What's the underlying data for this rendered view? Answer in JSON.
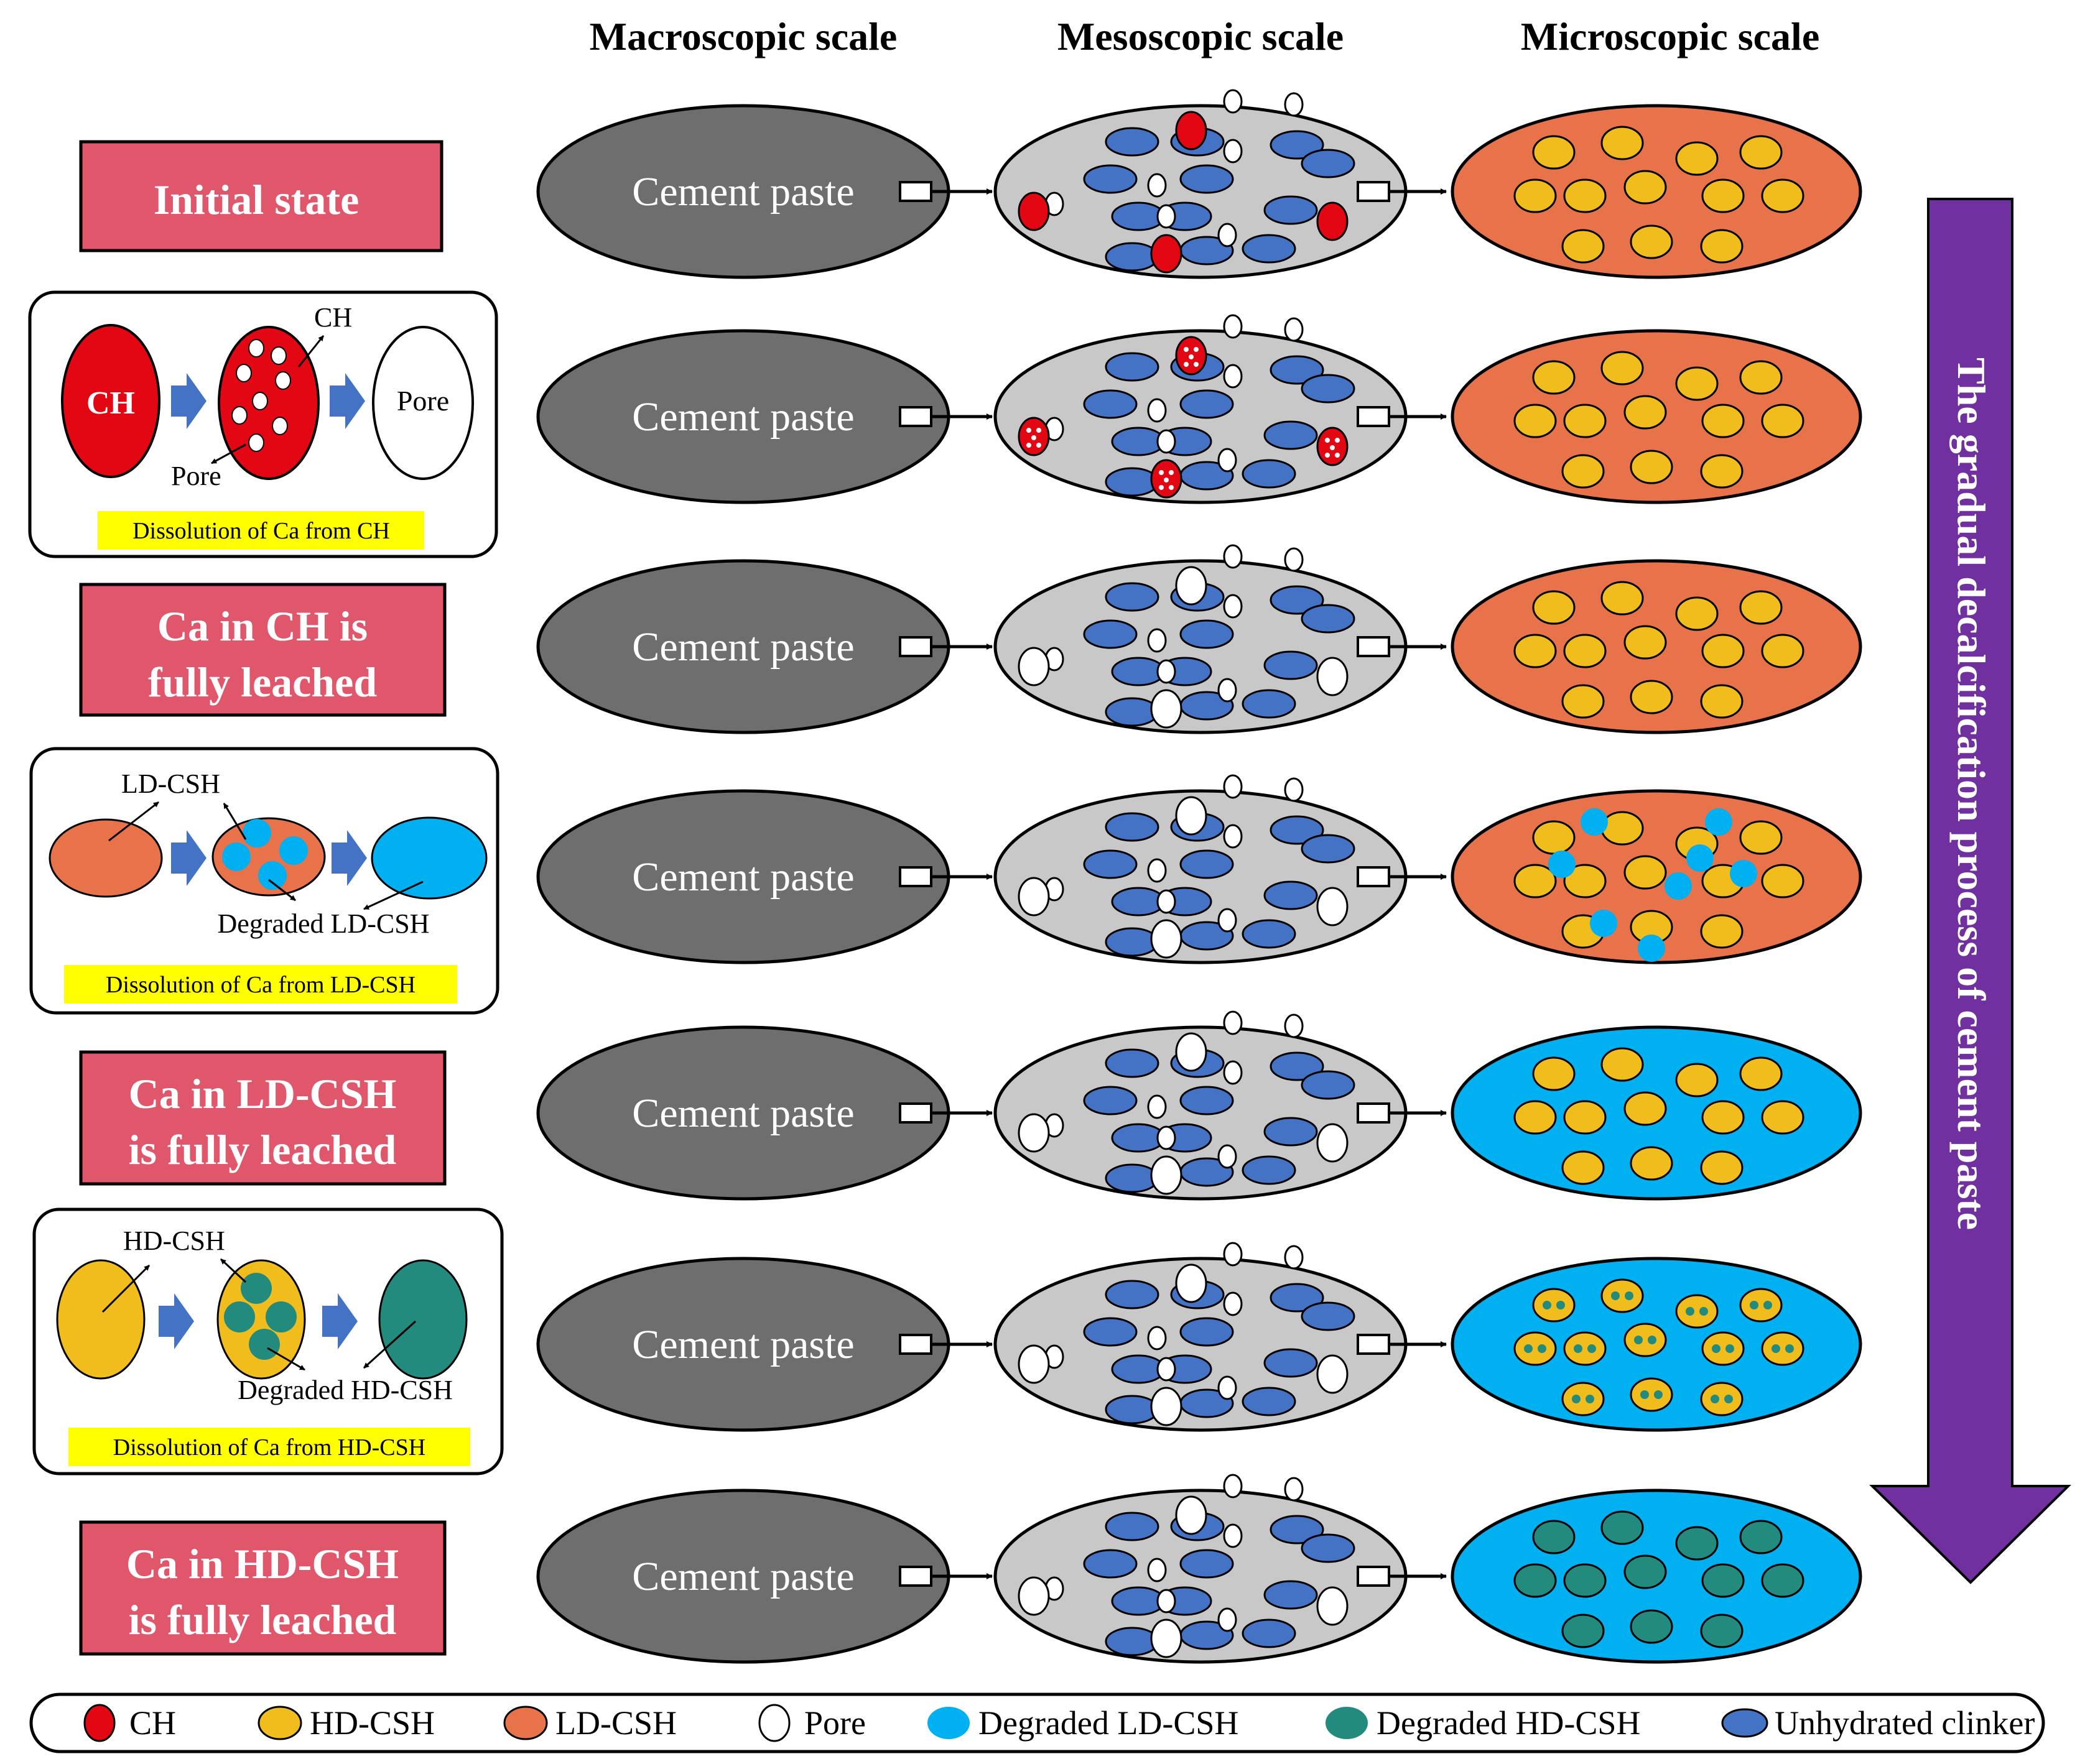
{
  "headers": {
    "macro": "Macroscopic scale",
    "meso": "Mesoscopic scale",
    "micro": "Microscopic scale"
  },
  "states": {
    "initial": "Initial state",
    "ch_leached_1": "Ca in CH is",
    "ch_leached_2": "fully leached",
    "ld_leached_1": "Ca in LD-CSH",
    "ld_leached_2": "is fully leached",
    "hd_leached_1": "Ca in HD-CSH",
    "hd_leached_2": "is fully leached"
  },
  "cement_label": "Cement paste",
  "insets": {
    "ch": {
      "source": "CH",
      "pointer": "CH",
      "pore_pointer": "Pore",
      "product": "Pore",
      "caption": "Dissolution of Ca from CH"
    },
    "ld": {
      "pointer": "LD-CSH",
      "product_pointer": "Degraded LD-CSH",
      "caption": "Dissolution of Ca from LD-CSH"
    },
    "hd": {
      "pointer": "HD-CSH",
      "product_pointer": "Degraded HD-CSH",
      "caption": "Dissolution of Ca from HD-CSH"
    }
  },
  "process_label": "The gradual decalcification process of cement paste",
  "legend": [
    {
      "label": "CH",
      "color": "#e30613"
    },
    {
      "label": "HD-CSH",
      "color": "#f0bd1c"
    },
    {
      "label": "LD-CSH",
      "color": "#e8734a"
    },
    {
      "label": "Pore",
      "color": "#ffffff"
    },
    {
      "label": "Degraded LD-CSH",
      "color": "#00b0f0"
    },
    {
      "label": "Degraded HD-CSH",
      "color": "#228b7e"
    },
    {
      "label": "Unhydrated clinker",
      "color": "#4472c4"
    }
  ],
  "colors": {
    "state_box": "#e0566b",
    "caption_bg": "#ffff00",
    "macro_fill": "#6e6e6e",
    "meso_fill": "#c8c8c8",
    "clinker": "#4472c4",
    "ch": "#e30613",
    "hd_csh": "#f0bd1c",
    "ld_csh": "#e8734a",
    "deg_ld": "#00b0f0",
    "deg_hd": "#228b7e",
    "step_arrow": "#4472c4",
    "process_arrow": "#7030a0"
  }
}
